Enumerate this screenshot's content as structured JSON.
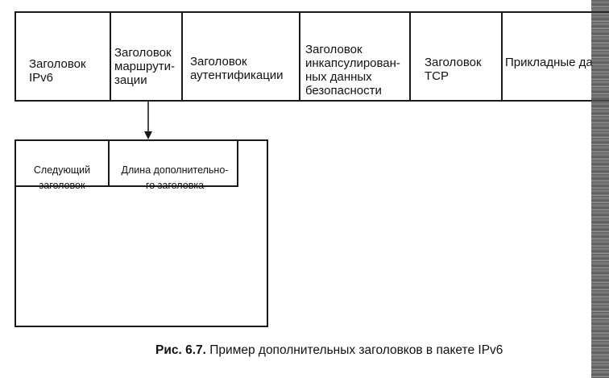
{
  "packet_headers": [
    {
      "id": "ipv6",
      "label": "Заголовок\nIPv6"
    },
    {
      "id": "routing",
      "label": "Заголовок\nмаршрути-\nзации"
    },
    {
      "id": "auth",
      "label": "Заголовок\nаутентификации"
    },
    {
      "id": "esp",
      "label": "Заголовок\nинкапсулирован-\nных данных\nбезопасности"
    },
    {
      "id": "tcp",
      "label": "Заголовок\nTCP"
    },
    {
      "id": "app",
      "label": "Прикладные да"
    }
  ],
  "extension_header": {
    "fields": [
      {
        "id": "next-header",
        "label": "Следующий\nзаголовок"
      },
      {
        "id": "ext-length",
        "label": "Длина дополнительно-\nго заголовка"
      }
    ]
  },
  "caption": {
    "figure_number": "Рис. 6.7.",
    "text": " Пример дополнительных заголовков в пакете IPv6"
  }
}
